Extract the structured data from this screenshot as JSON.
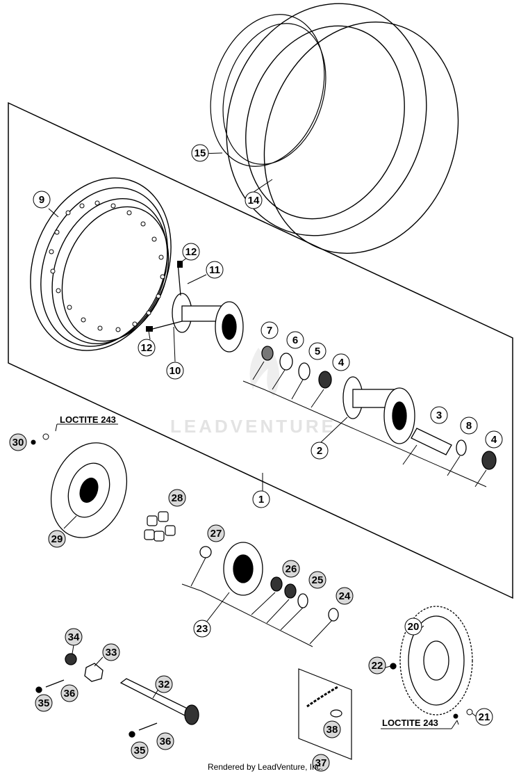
{
  "watermark": "LEADVENTURE",
  "footer": "Rendered by LeadVenture, Inc.",
  "colors": {
    "ink": "#000000",
    "callout_fill_light": "#ffffff",
    "callout_fill_shaded": "#d9d9d9",
    "watermark": "#e3e3e3"
  },
  "notes": {
    "loctite_left": "LOCTITE 243",
    "loctite_right": "LOCTITE 243"
  },
  "callouts": {
    "c1": "1",
    "c2": "2",
    "c3": "3",
    "c4a": "4",
    "c4b": "4",
    "c5": "5",
    "c6": "6",
    "c7": "7",
    "c8": "8",
    "c9": "9",
    "c10": "10",
    "c11": "11",
    "c12a": "12",
    "c12b": "12",
    "c14": "14",
    "c15": "15",
    "c20": "20",
    "c21": "21",
    "c22": "22",
    "c23": "23",
    "c24": "24",
    "c25": "25",
    "c26": "26",
    "c27": "27",
    "c28": "28",
    "c29": "29",
    "c30": "30",
    "c32": "32",
    "c33": "33",
    "c34": "34",
    "c35a": "35",
    "c35b": "35",
    "c36a": "36",
    "c36b": "36",
    "c37": "37",
    "c38": "38"
  }
}
